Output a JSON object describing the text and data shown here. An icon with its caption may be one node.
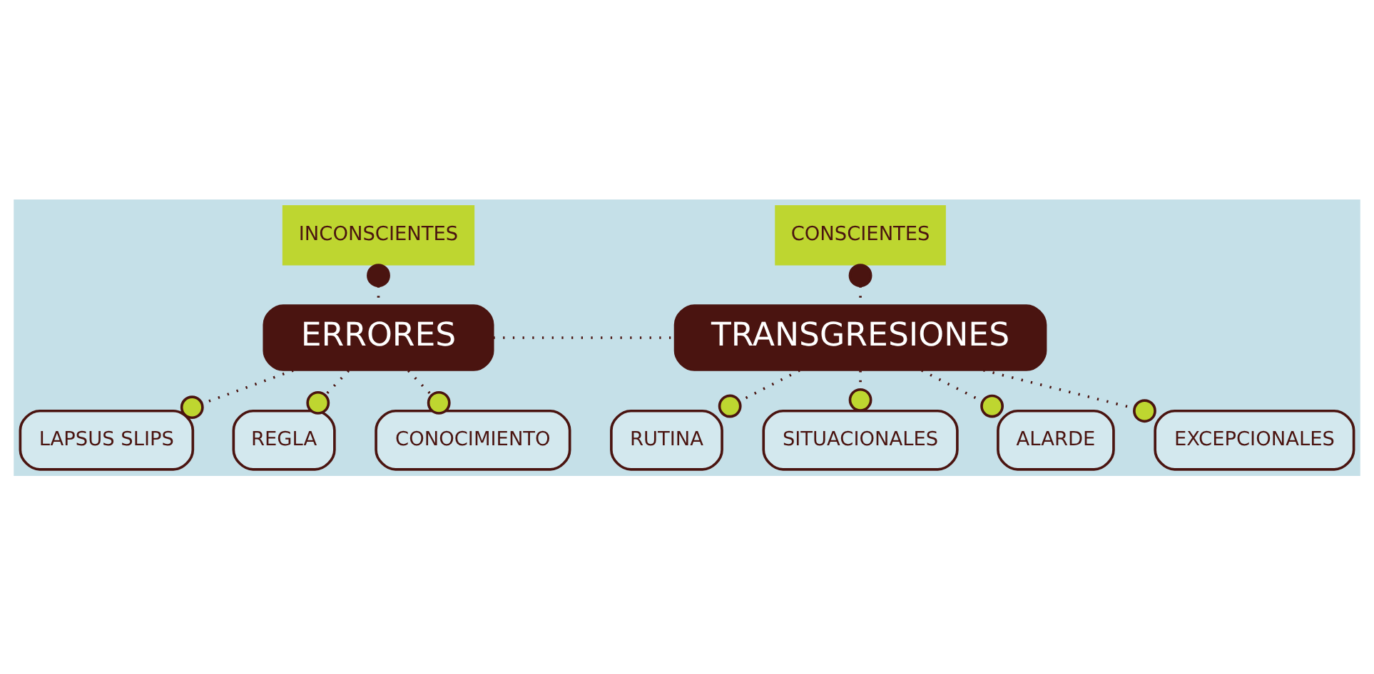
{
  "diagram": {
    "nodes": [
      {
        "text": [
          "INCONSCIENTES"
        ]
      },
      {
        "text": [
          "CONSCIENTES"
        ]
      },
      {
        "text": [
          "ERRORES"
        ]
      },
      {
        "text": [
          "TRANSGRESIONES"
        ]
      },
      {
        "text": [
          "LAPSUS SLIPS"
        ]
      },
      {
        "text": [
          "REGLA"
        ]
      },
      {
        "text": [
          "CONOCIMIENTO"
        ]
      },
      {
        "text": [
          "RUTINA"
        ]
      },
      {
        "text": [
          "SITUACIONALES"
        ]
      },
      {
        "text": [
          "ALARDE"
        ]
      },
      {
        "text": [
          "EXCEPCIONALES"
        ]
      }
    ],
    "edges": [
      {
        "from": 0,
        "to": 2,
        "arrow": "other"
      },
      {
        "from": 1,
        "to": 3,
        "arrow": "other"
      },
      {
        "from": 2,
        "to": 3,
        "arrow": "none"
      },
      {
        "from": 4,
        "to": 2,
        "arrow": "other"
      },
      {
        "from": 5,
        "to": 2,
        "arrow": "other"
      },
      {
        "from": 6,
        "to": 2,
        "arrow": "other"
      },
      {
        "from": 7,
        "to": 3,
        "arrow": "other"
      },
      {
        "from": 8,
        "to": 3,
        "arrow": "other"
      },
      {
        "from": 9,
        "to": 3,
        "arrow": "other"
      },
      {
        "from": 10,
        "to": 3,
        "arrow": "other"
      }
    ]
  }
}
